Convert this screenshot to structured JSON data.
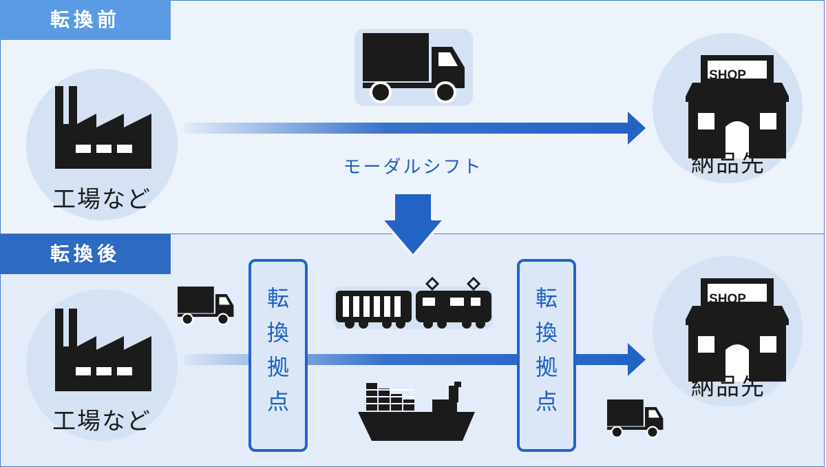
{
  "before": {
    "tag": "転換前",
    "source_label": "工場など",
    "dest_label": "納品先",
    "shop_sign": "SHOP"
  },
  "after": {
    "tag": "転換後",
    "source_label": "工場など",
    "dest_label": "納品先",
    "shop_sign": "SHOP",
    "hub_left": [
      "転",
      "換",
      "拠",
      "点"
    ],
    "hub_right": [
      "転",
      "換",
      "拠",
      "点"
    ]
  },
  "modal_shift_label": "モーダルシフト",
  "colors": {
    "accent": "#1f5fbf",
    "tag_before": "#5a9be3",
    "tag_after": "#2f6ac2",
    "icon": "#1b1b1b"
  }
}
